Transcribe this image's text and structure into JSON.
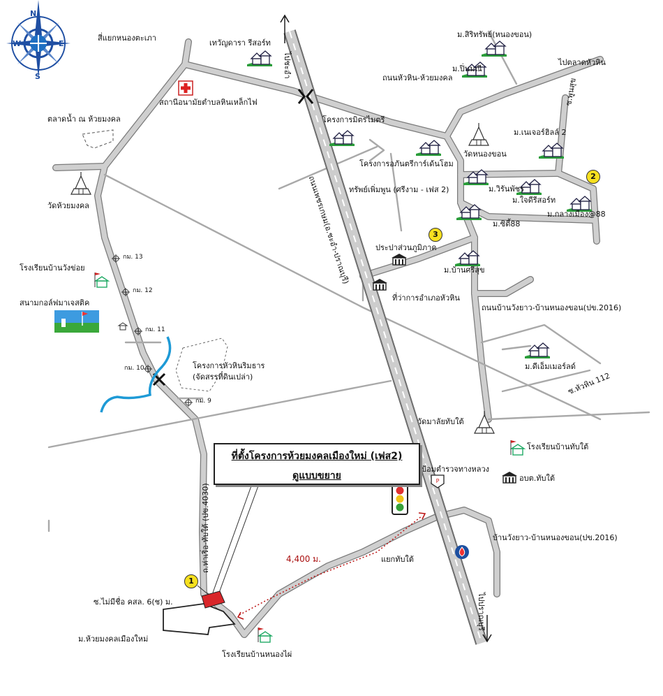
{
  "compass": {
    "n": "N",
    "s": "S",
    "e": "E",
    "w": "W"
  },
  "callout": {
    "title": "ที่ตั้งโครงการห้วยมงคลเมืองใหม่ (เฟส2)",
    "link": "ดูแบบขยาย"
  },
  "distance": "4,400 ม.",
  "markers": [
    "1",
    "2",
    "3"
  ],
  "roads": {
    "highway_to_cha_am": "ไปชะอำ",
    "highway_to_pranburi": "ไปปราณบุรี",
    "highway_name": "ถนนเพชรเกษม(อ.ชะอำ-ปราณบุรี)",
    "hua_hin_huai_mongkhon": "ถนนหัวหิน-ห้วยมงคล",
    "to_hua_hin_market": "ไปตลาดหัวหิน",
    "soi_poon_suk": "ซ.พูนสุข",
    "wang_yao_nong_khon_1": "ถนนบ้านวังยาว-บ้านหนองขอน(ปข.2016)",
    "wang_yao_nong_khon_2": "บ้านวังยาว-บ้านหนองขอน(ปข.2016)",
    "soi_hua_hin_112": "ซ.หัวหิน 112",
    "tha_mo_ro_thap_tai": "ถ.ท่าเริ่อ-ทับใต้ (ปข.4030)",
    "soi_unnamed": "ซ.ไม่มีชื่อ คสล. 6(ช) ม.",
    "junction_nong_ta_phao": "สี่แยกหนองตะเภา",
    "junction_thap_tai": "แยกทับใต้"
  },
  "places": {
    "thawanthara": "เทวัญดารา รีสอร์ท",
    "health_station": "สถานีอนามัยตำบลหินเหล็กไฟ",
    "floating_market": "ตลาดน้ำ ณ ห้วยมงคล",
    "wat_huai_mongkhon": "วัดห้วยมงคล",
    "school_wang_khoi": "โรงเรียนบ้านวังข่อย",
    "golf": "สนามกอล์ฟมาเจสติค",
    "hua_hin_rimthan": "โครงการหัวหินริมธาร",
    "land_allocation": "(จัดสรรที่ดินเปล่า)",
    "mitmaitri": "โครงการมิตรไมตรี",
    "phanthriga": "โครงการอภันตรีการ์เด้นโฮม",
    "sap_phoem_phun": "ทรัพย์เพิ่มพูน (ศรีงาม - เฟส 2)",
    "wat_nong_khon": "วัดหนองขอน",
    "sirisap": "ม.สิริทรัพย์(หนองขอน)",
    "pin_mani": "ม.ปิ่นมณี",
    "nature_hill": "ม.เนเจอร์ฮิลล์ 2",
    "wiranphat": "ม.วิรันพัชร",
    "jaidee_resort": "ม.ใจดีรีสอร์ท",
    "klang_mueang": "ม.กลางเมือง@88",
    "city88": "ม.ซิตี้88",
    "water_works": "ประปาส่วนภูมิภาค",
    "ban_sri_suk": "ม.บ้านศรีสุข",
    "district_office": "ที่ว่าการอำเภอหัวหิน",
    "dm_world": "ม.ดีเอ็มเมอร์ลด์",
    "wat_malai": "วัดมาลัยทับใต้",
    "school_thap_tai": "โรงเรียนบ้านทับใต้",
    "police_box": "ป้อมตำรวจทางหลวง",
    "obt_thap_tai": "อบต.ทับใต้",
    "huai_mongkhon_new": "ม.ห้วยมงคลเมืองใหม่",
    "school_nong_phai": "โรงเรียนบ้านหนองไผ่"
  },
  "km": {
    "k9": "กม. 9",
    "k10": "กม. 10",
    "k11": "กม. 11",
    "k12": "กม. 12",
    "k13": "กม. 13"
  },
  "colors": {
    "road": "#c8c8c8",
    "road_edge": "#777777",
    "stream": "#1e9ad6",
    "house": "#2a9d3a"
  }
}
